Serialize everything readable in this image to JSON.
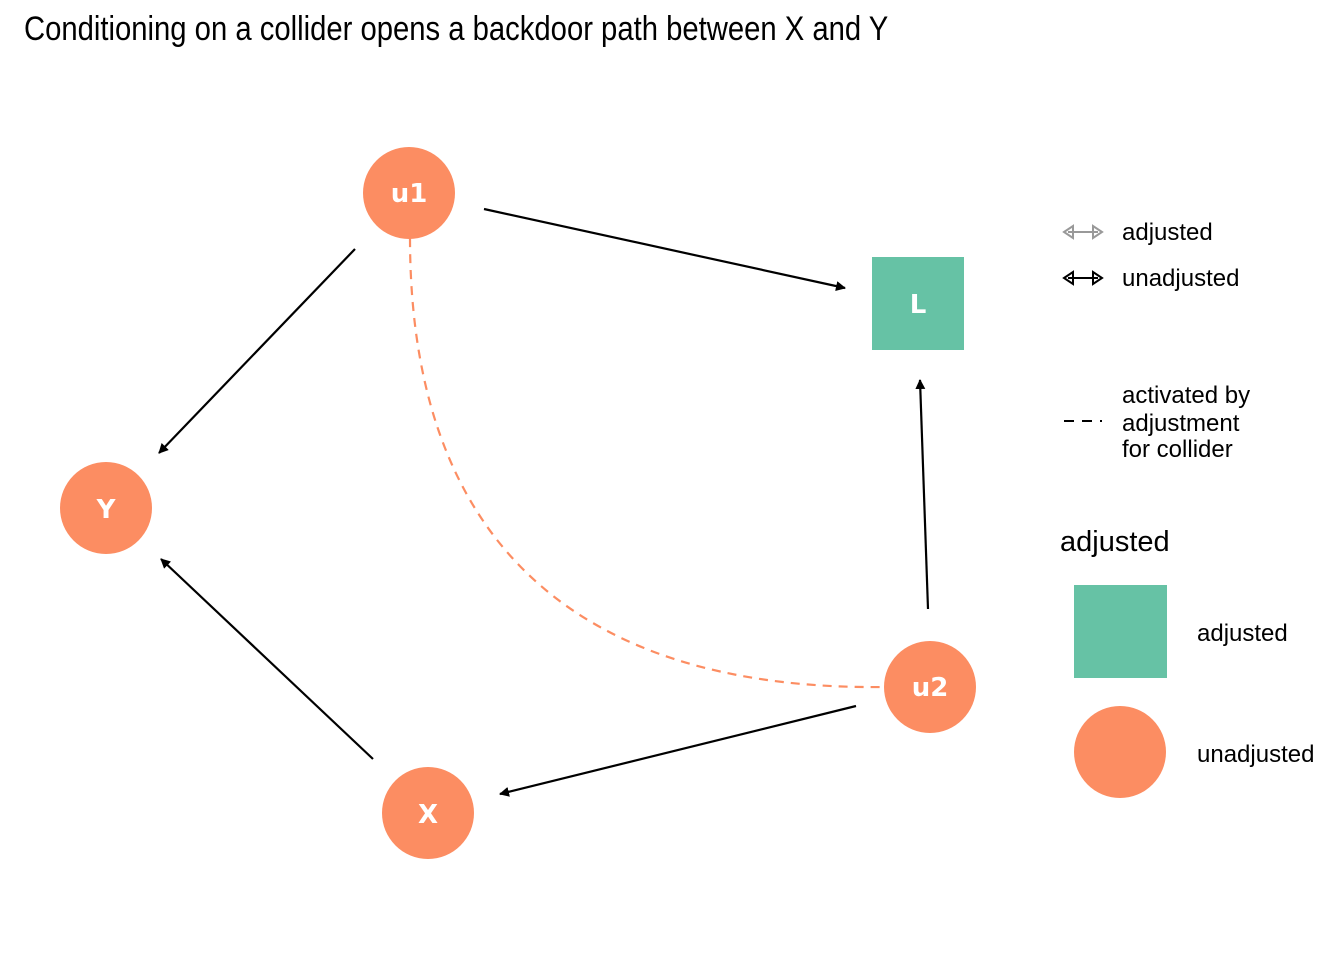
{
  "title": "Conditioning on a collider opens a backdoor path between X and Y",
  "colors": {
    "adjusted": "#66C2A5",
    "unadjusted": "#FC8D62",
    "edge": "#000000",
    "edge_adjusted": "#999999"
  },
  "nodes": [
    {
      "id": "u1",
      "label": "u1",
      "status": "unadjusted",
      "shape": "circle"
    },
    {
      "id": "L",
      "label": "L",
      "status": "adjusted",
      "shape": "square"
    },
    {
      "id": "Y",
      "label": "Y",
      "status": "unadjusted",
      "shape": "circle"
    },
    {
      "id": "u2",
      "label": "u2",
      "status": "unadjusted",
      "shape": "circle"
    },
    {
      "id": "X",
      "label": "X",
      "status": "unadjusted",
      "shape": "circle"
    }
  ],
  "edges": [
    {
      "from": "u1",
      "to": "L",
      "style": "solid"
    },
    {
      "from": "u1",
      "to": "Y",
      "style": "solid"
    },
    {
      "from": "u2",
      "to": "L",
      "style": "solid"
    },
    {
      "from": "u2",
      "to": "X",
      "style": "solid"
    },
    {
      "from": "X",
      "to": "Y",
      "style": "solid"
    },
    {
      "from": "u1",
      "to": "u2",
      "style": "dashed",
      "curved": true
    }
  ],
  "legend": {
    "edge_adjusted_label": "adjusted",
    "edge_unadjusted_label": "unadjusted",
    "activated_label_line1": "activated by",
    "activated_label_line2": "adjustment",
    "activated_label_line3": "for collider",
    "fill_title": "adjusted",
    "fill_adjusted_label": "adjusted",
    "fill_unadjusted_label": "unadjusted"
  }
}
